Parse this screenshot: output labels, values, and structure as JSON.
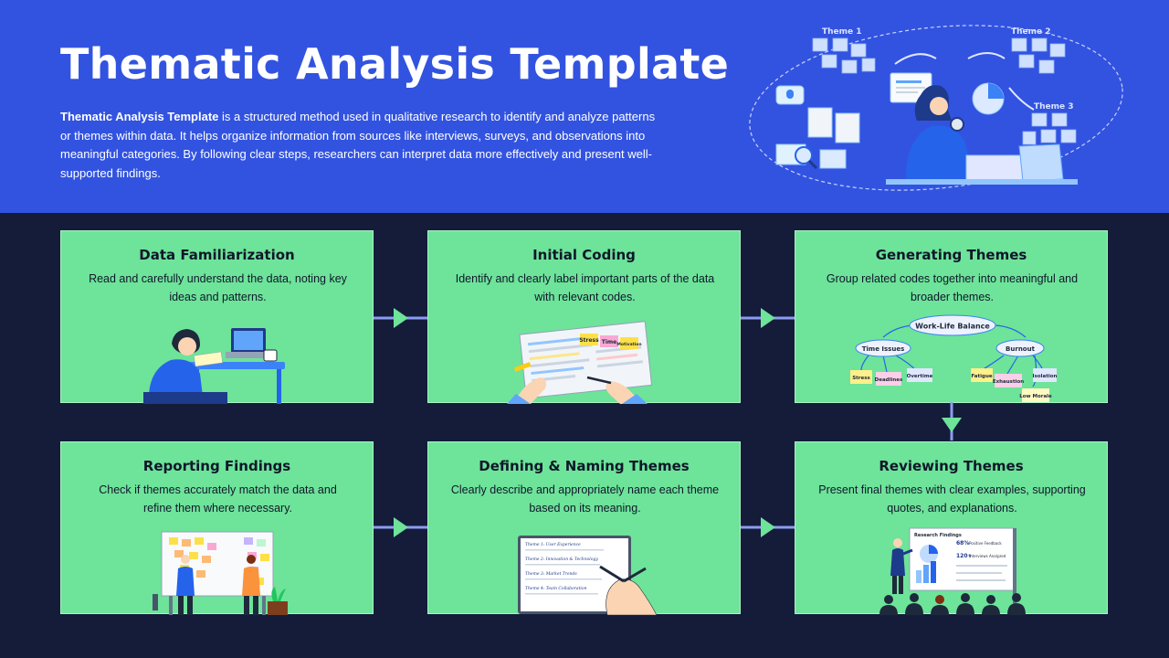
{
  "header": {
    "title": "Thematic Analysis Template",
    "description_bold": "Thematic Analysis Template",
    "description_rest": " is a structured method used in qualitative research to identify and analyze patterns or themes within data. It helps organize information from sources like interviews, surveys, and observations into meaningful categories. By following clear steps, researchers can interpret data more effectively and present well-supported findings.",
    "hero_labels": {
      "theme1": "Theme 1",
      "theme2": "Theme 2",
      "theme3": "Theme 3"
    }
  },
  "steps": [
    {
      "title": "Data Familiarization",
      "description": "Read and carefully understand the data, noting key ideas and patterns."
    },
    {
      "title": "Initial Coding",
      "description": "Identify and clearly label important parts of the data with relevant codes."
    },
    {
      "title": "Generating Themes",
      "description": "Group related codes together into meaningful and broader themes."
    },
    {
      "title": "Reviewing Themes",
      "description": "Present final themes with clear examples, supporting quotes, and explanations."
    },
    {
      "title": "Defining & Naming Themes",
      "description": "Clearly describe and appropriately name each theme based on its meaning."
    },
    {
      "title": "Reporting Findings",
      "description": "Check if themes accurately match the data and refine them where necessary."
    }
  ],
  "coding_tags": {
    "tag1": "Stress",
    "tag2": "Time",
    "tag3": "Motivation"
  },
  "theme_map": {
    "root": "Work-Life Balance",
    "branch_left": "Time Issues",
    "branch_right": "Burnout",
    "leaves": {
      "stress": "Stress",
      "deadlines": "Deadlines",
      "overtime": "Overtime",
      "fatigue": "Fatigue",
      "exhaustion": "Exhaustion",
      "isolation": "Isolation",
      "low_morale": "Low Morale"
    }
  },
  "naming_sheet": {
    "theme1": "Theme 1: User Experience",
    "theme2": "Theme 2: Innovation & Technology",
    "theme3": "Theme 3: Market Trends",
    "theme4": "Theme 4: Team Collaboration"
  },
  "report_board": {
    "heading": "Research Findings",
    "stat1": "68%",
    "stat1_label": "Positive Feedback",
    "stat2": "120+",
    "stat2_label": "Interviews Analyzed"
  },
  "colors": {
    "header_bg": "#3253e0",
    "body_bg": "#141c3a",
    "card_bg": "#6ee39a",
    "connector": "#8b9cf0",
    "arrow": "#6ee39a"
  }
}
